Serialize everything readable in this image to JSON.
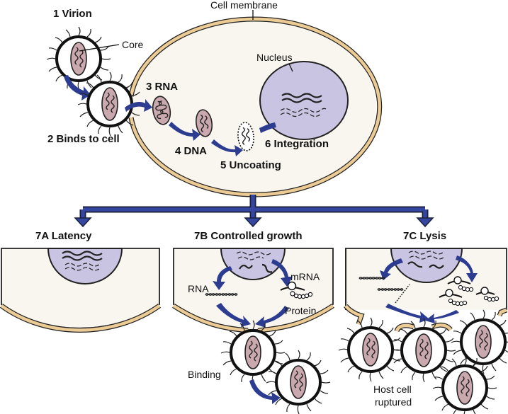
{
  "title": "Retrovirus life cycle",
  "colors": {
    "arrow": "#2c3d91",
    "membrane": "#eccb94",
    "cytoplasm": "#f9f6ef",
    "nucleus": "#c9c4e2",
    "core": "#c9a8ae"
  },
  "steps": {
    "s1": "1 Virion",
    "s2": "2 Binds to cell",
    "s3": "3 RNA",
    "s4": "4 DNA",
    "s5": "5 Uncoating",
    "s6": "6 Integration"
  },
  "labels": {
    "core": "Core",
    "cell_membrane": "Cell membrane",
    "nucleus": "Nucleus"
  },
  "outcomes": {
    "a": {
      "title": "7A Latency"
    },
    "b": {
      "title": "7B Controlled growth",
      "rna": "RNA",
      "mrna": "mRNA",
      "protein": "Protein",
      "binding": "Binding"
    },
    "c": {
      "title": "7C Lysis",
      "ruptured_line1": "Host cell",
      "ruptured_line2": "ruptured"
    }
  }
}
